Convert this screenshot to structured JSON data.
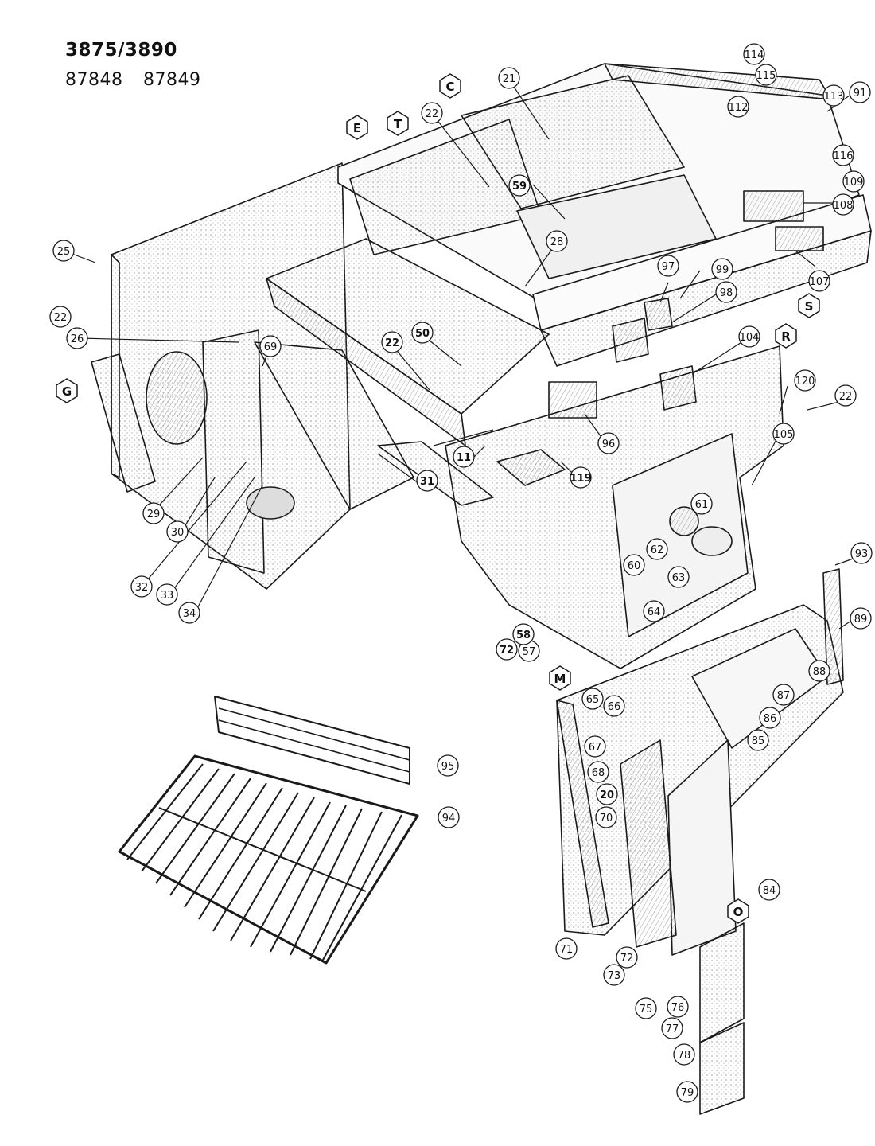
{
  "header": {
    "models": "3875/3890",
    "part_numbers": [
      "87848",
      "87849"
    ]
  },
  "section_labels": [
    "E",
    "T",
    "C",
    "G",
    "S",
    "R",
    "M",
    "O"
  ],
  "callouts": [
    "21",
    "22",
    "22",
    "22",
    "22",
    "25",
    "26",
    "28",
    "29",
    "30",
    "31",
    "32",
    "33",
    "34",
    "50",
    "57",
    "58",
    "59",
    "60",
    "61",
    "62",
    "63",
    "64",
    "65",
    "66",
    "67",
    "68",
    "69",
    "20",
    "70",
    "71",
    "72",
    "72",
    "73",
    "75",
    "76",
    "77",
    "78",
    "79",
    "84",
    "85",
    "86",
    "87",
    "88",
    "89",
    "91",
    "93",
    "94",
    "95",
    "96",
    "97",
    "98",
    "99",
    "104",
    "105",
    "107",
    "108",
    "109",
    "11",
    "112",
    "113",
    "114",
    "115",
    "116",
    "119",
    "120"
  ],
  "colors": {
    "line": "#1a1a1a",
    "hatch": "#555555",
    "background": "#ffffff"
  }
}
